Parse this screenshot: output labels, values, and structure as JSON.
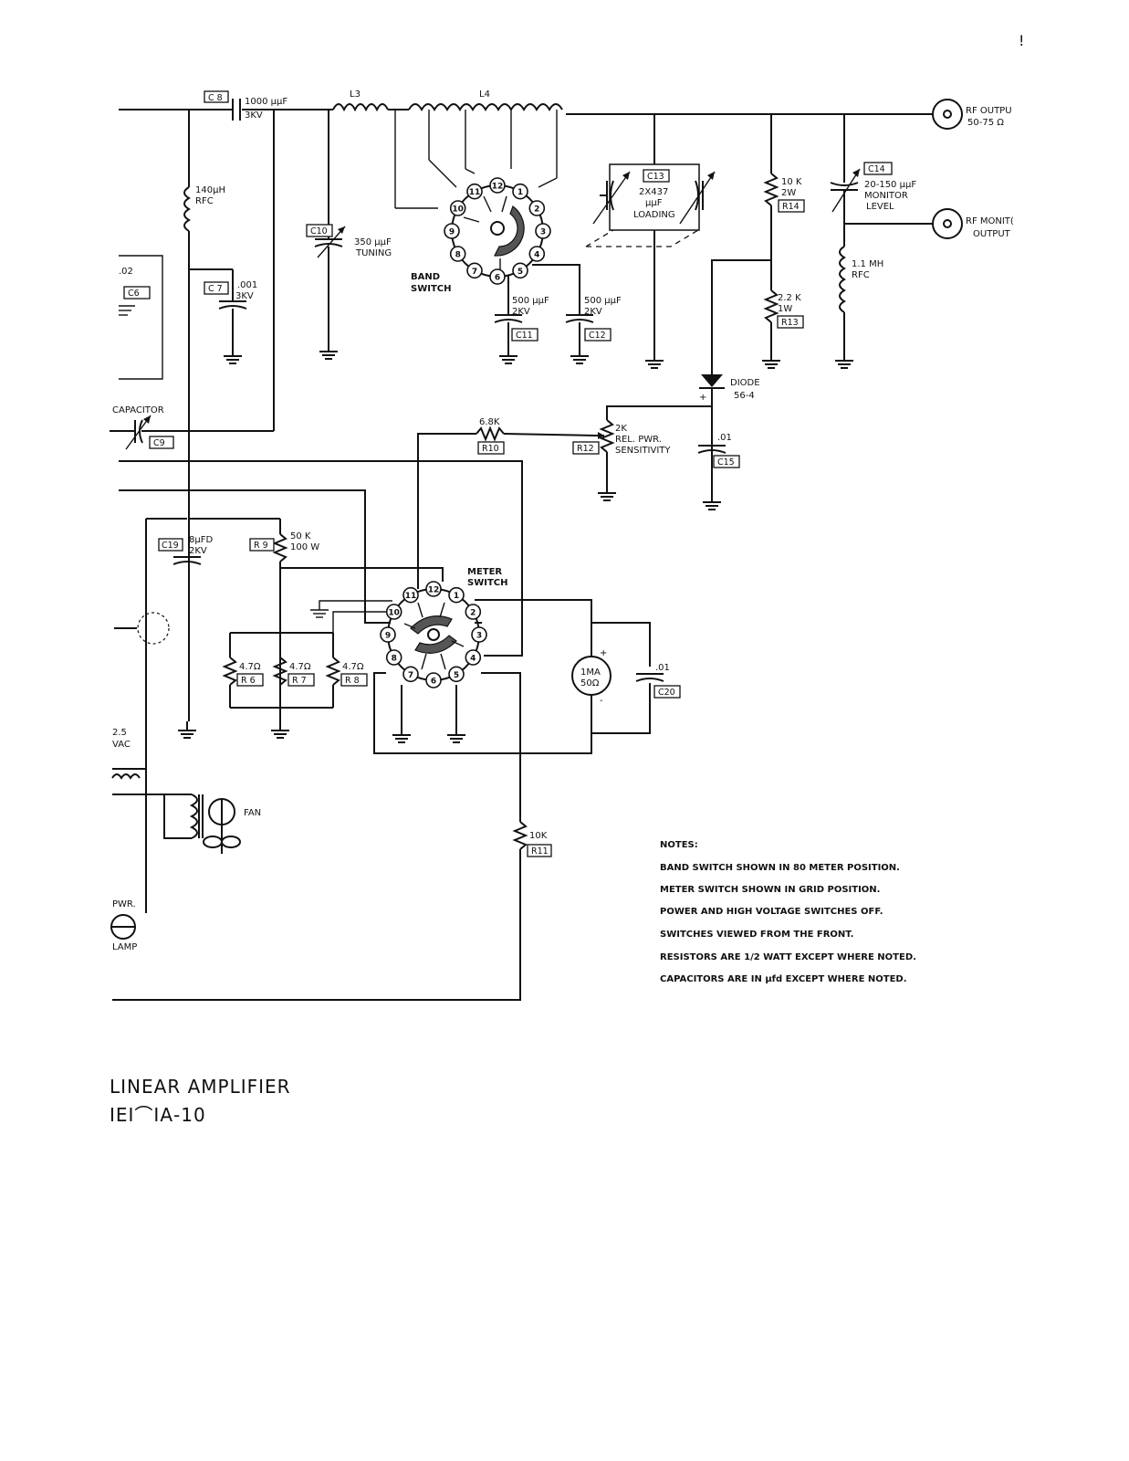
{
  "page_marks": {
    "corner_mark": "!"
  },
  "components": {
    "c8": {
      "ref": "C 8",
      "value": "1000 µµF",
      "rating": "3KV"
    },
    "l3": {
      "ref": "L3"
    },
    "l4": {
      "ref": "L4"
    },
    "rfc1": {
      "value": "140µH",
      "label": "RFC"
    },
    "c10": {
      "ref": "C10",
      "value": "350 µµF",
      "label": "TUNING"
    },
    "c7": {
      "ref": "C 7",
      "value": ".001",
      "rating": "3KV"
    },
    "c6": {
      "ref": "C6",
      "value": ".02"
    },
    "band_switch": {
      "line1": "BAND",
      "line2": "SWITCH"
    },
    "c11": {
      "ref": "C11",
      "value": "500 µµF",
      "rating": "2KV"
    },
    "c12": {
      "ref": "C12",
      "value": "500 µµF",
      "rating": "2KV"
    },
    "c13": {
      "ref": "C13",
      "value": "2X437",
      "unit": "µµF",
      "label": "LOADING"
    },
    "r14": {
      "ref": "R14",
      "value": "10 K",
      "rating": "2W"
    },
    "r13": {
      "ref": "R13",
      "value": "2.2 K",
      "rating": "1W"
    },
    "c14": {
      "ref": "C14",
      "value": "20-150 µµF",
      "label1": "MONITOR",
      "label2": "LEVEL"
    },
    "rfc2": {
      "value": "1.1 MH",
      "label": "RFC"
    },
    "rf_output": {
      "line1": "RF OUTPU",
      "line2": "50-75 Ω"
    },
    "rf_monitor": {
      "line1": "RF MONIT(",
      "line2": "OUTPUT"
    },
    "diode": {
      "label": "DIODE",
      "part": "56-4"
    },
    "c9": {
      "ref": "C9",
      "label": "CAPACITOR"
    },
    "r10": {
      "ref": "R10",
      "value": "6.8K"
    },
    "r12": {
      "ref": "R12",
      "value": "2K",
      "label1": "REL. PWR.",
      "label2": "SENSITIVITY"
    },
    "c15": {
      "ref": "C15",
      "value": ".01"
    },
    "c19": {
      "ref": "C19",
      "value": "8µFD",
      "rating": "2KV"
    },
    "r9": {
      "ref": "R 9",
      "value": "50 K",
      "rating": "100 W"
    },
    "meter_switch": {
      "line1": "METER",
      "line2": "SWITCH"
    },
    "r6": {
      "ref": "R 6",
      "value": "4.7Ω"
    },
    "r7": {
      "ref": "R 7",
      "value": "4.7Ω"
    },
    "r8": {
      "ref": "R 8",
      "value": "4.7Ω"
    },
    "meter": {
      "line1": "1MA",
      "line2": "50Ω"
    },
    "c20": {
      "ref": "C20",
      "value": ".01"
    },
    "r11": {
      "ref": "R11",
      "value": "10K"
    },
    "fil": {
      "line1": "2.5",
      "line2": "VAC"
    },
    "fan": {
      "label": "FAN"
    },
    "lamp": {
      "line1": "PWR.",
      "line2": "LAMP"
    }
  },
  "band_pins": [
    "1",
    "2",
    "3",
    "4",
    "5",
    "6",
    "7",
    "8",
    "9",
    "10",
    "11",
    "12"
  ],
  "meter_pins": [
    "1",
    "2",
    "3",
    "4",
    "5",
    "6",
    "7",
    "8",
    "9",
    "10",
    "11",
    "12"
  ],
  "notes": {
    "heading": "NOTES:",
    "items": [
      "BAND SWITCH SHOWN IN 80 METER POSITION.",
      "METER SWITCH SHOWN IN GRID POSITION.",
      "POWER AND HIGH VOLTAGE SWITCHES OFF.",
      "SWITCHES VIEWED FROM THE FRONT.",
      "RESISTORS ARE 1/2 WATT EXCEPT WHERE NOTED.",
      "CAPACITORS ARE IN µfd EXCEPT WHERE NOTED."
    ]
  },
  "title": {
    "line1": "LINEAR  AMPLIFIER",
    "line2": "ΙΕΙ⌒ΙΑ-10"
  }
}
